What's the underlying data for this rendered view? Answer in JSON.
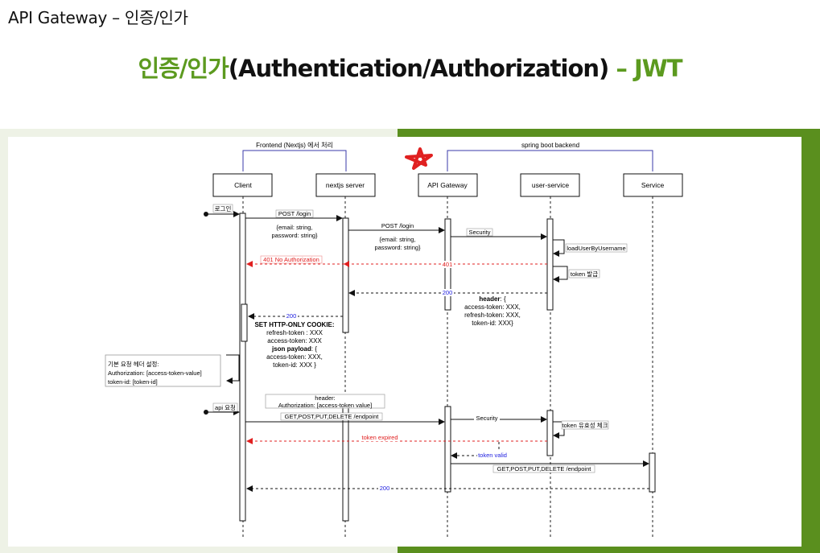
{
  "page_header": "API Gateway – 인증/인가",
  "title": {
    "green_part": "인증/인가",
    "black_part": "(Authentication/Authorization)",
    "dash": " – ",
    "jwt": "JWT"
  },
  "colors": {
    "accent_green": "#5c9a1f",
    "frame_green": "#5a8f1e",
    "band_bg": "#eef2e6",
    "error_red": "#e02020",
    "ok_blue": "#2020e0",
    "group_line": "#3a3aa8"
  },
  "groups": {
    "frontend": "Frontend (Nextjs) 에서 처리",
    "backend": "spring boot backend"
  },
  "participants": {
    "client": "Client",
    "nextjs": "nextjs server",
    "gateway": "API Gateway",
    "user_service": "user-service",
    "service": "Service"
  },
  "messages": {
    "login": "로그인",
    "post_login_1": "POST /login",
    "body_1_a": "{email: string,",
    "body_1_b": "password: string}",
    "post_login_2": "POST /login",
    "body_2_a": "{email: string,",
    "body_2_b": "password: string}",
    "security_1": "Security",
    "load_user": "loadUserByUsername",
    "no_auth": "401 No Authorization",
    "r401": "401",
    "token_issue": "token 발급",
    "r200_a": "200",
    "header_label": "header",
    "header_rest": ": {",
    "header_l2": "access-token: XXX,",
    "header_l3": "refresh-token: XXX,",
    "header_l4": "token-id: XXX}",
    "r200_b": "200",
    "cookie_title": "SET HTTP-ONLY COOKIE:",
    "cookie_l1": "refresh-token : XXX",
    "cookie_l2": "access-token: XXX",
    "json_label": "json payload",
    "json_rest": ": {",
    "cookie_l4": "access-token: XXX,",
    "cookie_l5": "token-id: XXX }",
    "note_l1": "기본 요청 헤더 설정:",
    "note_l2": "Authorization:  [access-token-value]",
    "note_l3": "token-id: [token-id]",
    "api_req": "api 요청",
    "hdr_note_l1": "header:",
    "hdr_note_l2": "Authorization: [access-token value]",
    "methods_1": "GET,POST,PUT,DELETE /endpoint",
    "security_2": "Security",
    "token_check": "token 유효성 체크",
    "token_expired": "token expired",
    "token_valid": "token valid",
    "methods_2": "GET,POST,PUT,DELETE /endpoint",
    "r200_c": "200"
  }
}
